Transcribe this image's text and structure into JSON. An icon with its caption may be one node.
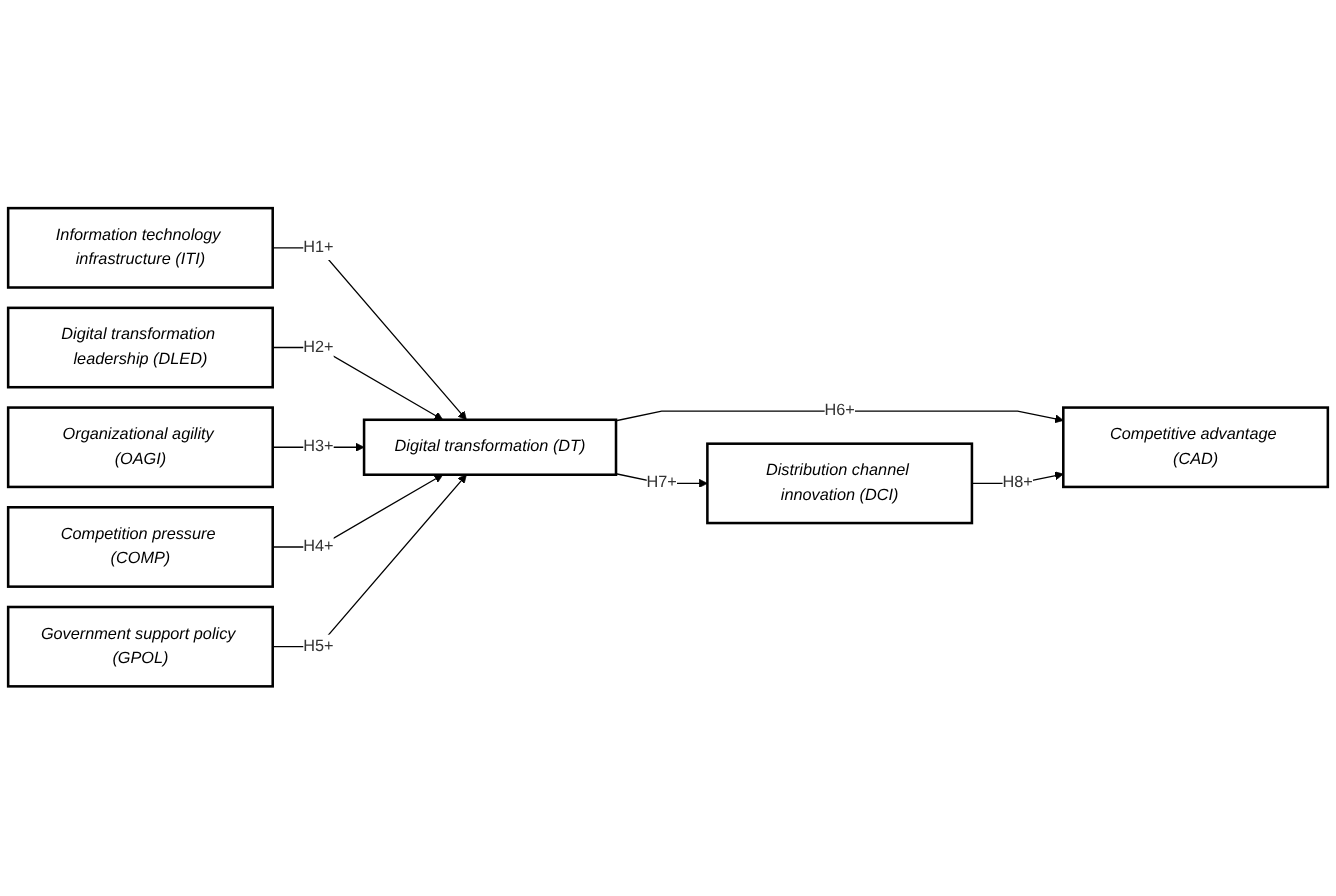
{
  "diagram": {
    "nodes": [
      {
        "text": [
          "Information technology infrastructure (ITI)"
        ]
      },
      {
        "text": [
          "Digital transformation leadership (DLED)"
        ]
      },
      {
        "text": [
          "Organizational agility (OAGI)"
        ]
      },
      {
        "text": [
          "Competition pressure (COMP)"
        ]
      },
      {
        "text": [
          "Government support policy (GPOL)"
        ]
      },
      {
        "text": [
          "Digital transformation (DT)"
        ]
      },
      {
        "text": [
          "Distribution channel innovation (DCI)"
        ]
      },
      {
        "text": [
          "Competitive advantage (CAD)"
        ]
      }
    ],
    "edges": [
      {
        "from": 0,
        "to": 5,
        "arrow": "to",
        "label": "H1+"
      },
      {
        "from": 1,
        "to": 5,
        "arrow": "to",
        "label": "H2+"
      },
      {
        "from": 2,
        "to": 5,
        "arrow": "to",
        "label": "H3+"
      },
      {
        "from": 3,
        "to": 5,
        "arrow": "to",
        "label": "H4+"
      },
      {
        "from": 4,
        "to": 5,
        "arrow": "to",
        "label": "H5+"
      },
      {
        "from": 5,
        "to": 7,
        "arrow": "to",
        "label": "H6+"
      },
      {
        "from": 5,
        "to": 6,
        "arrow": "to",
        "label": "H7+"
      },
      {
        "from": 6,
        "to": 7,
        "arrow": "to",
        "label": "H8+"
      }
    ]
  }
}
